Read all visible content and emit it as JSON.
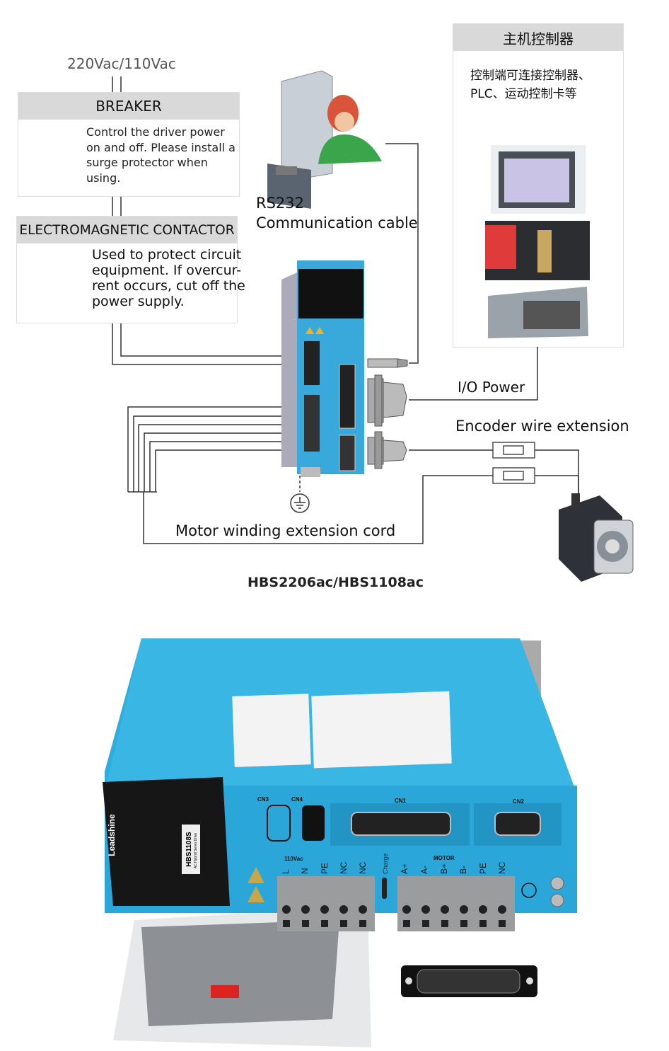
{
  "diagram": {
    "power_label": "220Vac/110Vac",
    "breaker": {
      "title": "BREAKER",
      "desc": [
        "Control the driver power",
        "on and off. Please install a",
        "surge protector when",
        "using."
      ]
    },
    "contactor": {
      "title": "ELECTROMAGNETIC CONTACTOR",
      "desc": [
        "Used to protect circuit",
        "equipment. If overcur-",
        "rent occurs, cut off the",
        "power supply."
      ]
    },
    "rs232": {
      "line1": "RS232",
      "line2": "Communication cable"
    },
    "host": {
      "title": "主机控制器",
      "desc": [
        "控制端可连接控制器、",
        "PLC、运动控制卡等"
      ]
    },
    "io_power": "I/O Power",
    "encoder_ext": "Encoder wire extension",
    "motor_ext": "Motor winding extension cord",
    "model": "HBS2206ac/HBS1108ac",
    "colors": {
      "driver_blue": "#39a9dc",
      "header_gray": "#d9d9d9",
      "line": "#333333"
    }
  },
  "product": {
    "brand": "Leadshine",
    "model_label": "HBS1108S",
    "model_sub": "AC Hybrid Servo Drive",
    "ports": {
      "cn3": "CN3",
      "cn4": "CN4",
      "cn1": "CN1",
      "cn2": "CN2"
    },
    "power_group": "110Vac",
    "power_terms": [
      "L",
      "N",
      "PE",
      "NC",
      "NC"
    ],
    "charge": "Charge",
    "motor_group": "MOTOR",
    "motor_terms": [
      "A+",
      "A-",
      "B+",
      "B-",
      "PE",
      "NC"
    ]
  }
}
